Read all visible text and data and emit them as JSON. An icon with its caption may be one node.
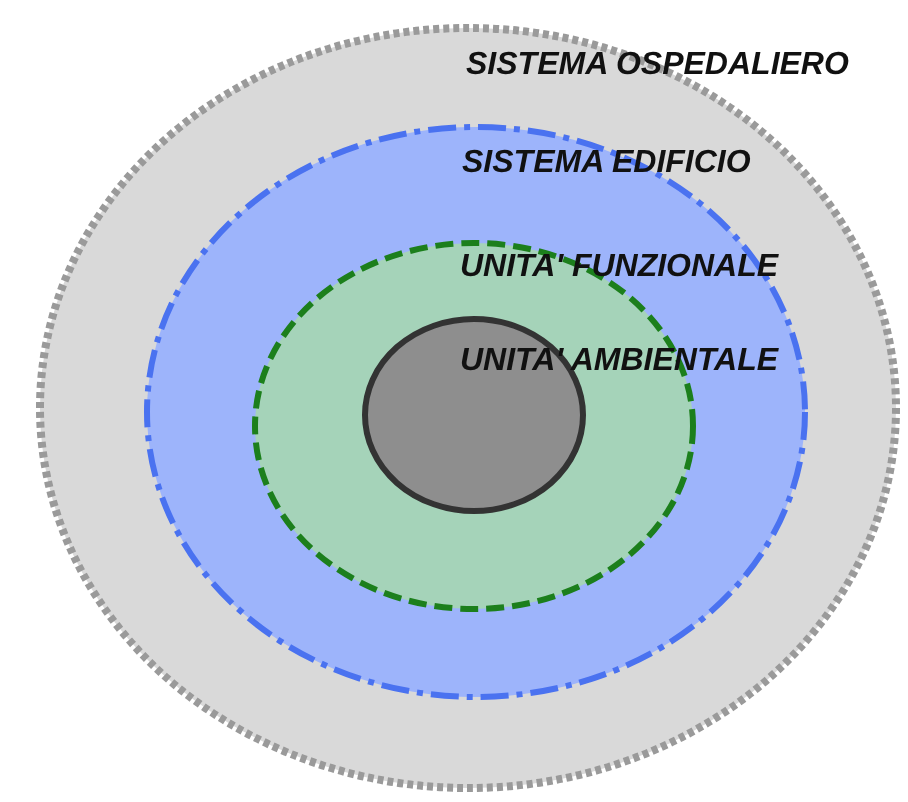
{
  "diagram": {
    "nodes": [
      {
        "text": [
          "SISTEMA OSPEDALIERO"
        ]
      },
      {
        "text": [
          "SISTEMA EDIFICIO"
        ],
        "in": 0
      },
      {
        "text": [
          "UNITA' FUNZIONALE"
        ],
        "in": 1
      },
      {
        "text": [
          "UNITA' AMBIENTALE"
        ],
        "in": 2
      }
    ]
  }
}
